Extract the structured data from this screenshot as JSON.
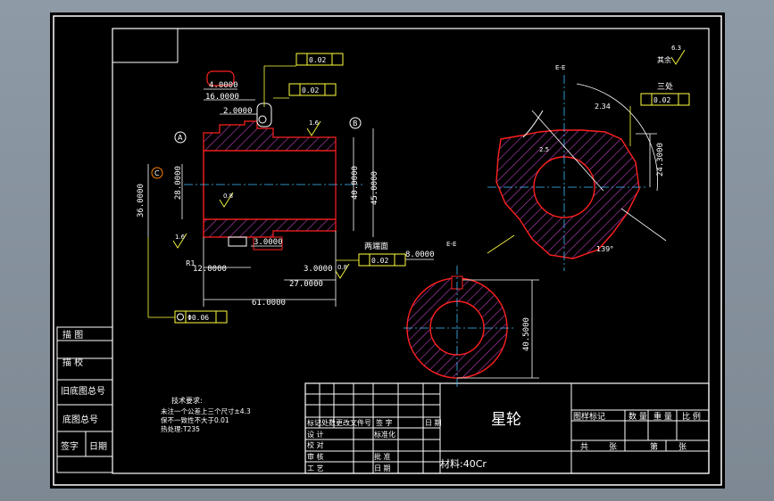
{
  "drawing": {
    "part_title": "星轮",
    "material_label": "材料:40Cr",
    "section_label_1": "E-E",
    "section_label_2": "E-E",
    "surface_note": "其余",
    "surface_roughness_main": "6.3",
    "note_three": "三处",
    "note_both_ends": "两端面",
    "tech_requirements": {
      "heading": "技术要求:",
      "lines": [
        "未注一个公差上三个尺寸±4.3",
        "保不一致性不大于0.01",
        "热处理:T235"
      ]
    },
    "dims": {
      "d_4": "4.0000",
      "d_16": "16.0000",
      "d_2": "2.0000",
      "d_36": "36.0000",
      "d_28": "28.0000",
      "d_40": "40.0000",
      "d_45": "45.0000",
      "d_3": "3.0000",
      "d_27": "27.0000",
      "d_61": "61.0000",
      "d_8": "8.0000",
      "d_3b": "3.0000",
      "d_24_3": "24.3000",
      "d_40_5": "40.5000",
      "ang_139": "139°",
      "ang_2": "2.34",
      "r_left": "R1",
      "d_small": "2.5",
      "d_bottom": "12.0000"
    },
    "tolerances": {
      "t1": "0.02",
      "t2": "0.02",
      "t3": "0.02",
      "t4": "0.02",
      "t5": "Φ0.06"
    },
    "datum_labels": {
      "a": "A",
      "b": "B",
      "c": "C"
    },
    "roughness": {
      "r1": "1.6",
      "r2": "0.8",
      "r3": "1.6",
      "r4": "0.8"
    },
    "left_strip": [
      "描 图",
      "描 校",
      "旧底图总号",
      "底图总号",
      "签字",
      "日期"
    ],
    "title_block": {
      "mark": "标记",
      "count": "处数",
      "change_doc": "更改文件号",
      "sign": "签 字",
      "date": "日 期",
      "design": "设 计",
      "standardize": "标准化",
      "check": "校 对",
      "review": "审 核",
      "approve": "批 准",
      "process": "工 艺",
      "date2": "日 期",
      "drawing_mark": "图样标记",
      "weight": "数 量",
      "mass": "重 量",
      "scale": "比 例",
      "total": "共",
      "sheet": "张",
      "page": "第",
      "sheet2": "张"
    }
  },
  "colors": {
    "hatch": "#c040c0",
    "outline": "#ff2020",
    "dim": "#ffffff",
    "center": "#40c0ff",
    "leader": "#ffff40",
    "frame": "#ffffff"
  }
}
